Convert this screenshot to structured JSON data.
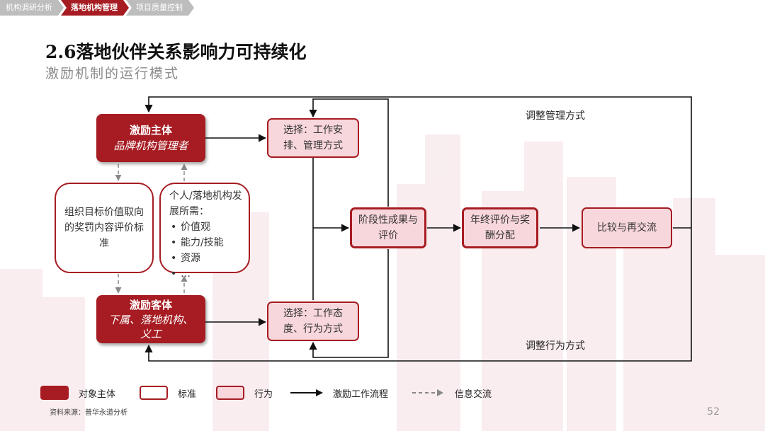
{
  "tabs": [
    "机构调研分析",
    "落地机构管理",
    "项目质量控制"
  ],
  "active_tab": 1,
  "title": "2.6落地伙伴关系影响力可持续化",
  "subtitle": "激励机制的运行模式",
  "nodes": {
    "subject": {
      "line1": "激励主体",
      "line2": "品牌机构管理者"
    },
    "object": {
      "line1": "激励客体",
      "line2": "下属、落地机构、义工"
    },
    "criteria": "组织目标价值取向的奖罚内容评价标准",
    "needs": {
      "heading": "个人/落地机构发展所需：",
      "items": [
        "价值观",
        "能力/技能",
        "资源",
        "…"
      ]
    },
    "choice_top": "选择：工作安排、管理方式",
    "choice_bottom": "选择：工作态度、行为方式",
    "stage_eval": "阶段性成果与评价",
    "annual": "年终评价与奖酬分配",
    "compare": "比较与再交流"
  },
  "labels": {
    "adjust_mgmt": "调整管理方式",
    "adjust_behavior": "调整行为方式"
  },
  "legend": {
    "subject": "对象主体",
    "standard": "标准",
    "behavior": "行为",
    "flow": "激励工作流程",
    "info": "信息交流"
  },
  "source": "资料来源：普华永道分析",
  "page_number": "52",
  "colors": {
    "accent": "#a61c22",
    "behavior_fill": "#f8d7dc",
    "tab_inactive": "#bdbdbd",
    "skyline": "#f6e6e8"
  }
}
